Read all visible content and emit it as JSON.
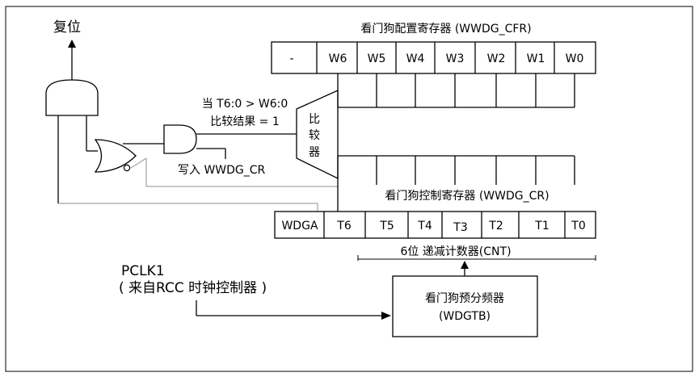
{
  "reset_label": "复位",
  "cfr_title": "看门狗配置寄存器 (WWDG_CFR)",
  "cfr_cells": [
    "-",
    "W6",
    "W5",
    "W4",
    "W3",
    "W2",
    "W1",
    "W0"
  ],
  "cr_title": "看门狗控制寄存器 (WWDG_CR)",
  "cr_cells": [
    "WDGA",
    "T6",
    "T5",
    "T4",
    "T3",
    "T2",
    "T1",
    "T0"
  ],
  "comparator_chars": [
    "比",
    "较",
    "器"
  ],
  "condition_line1": "当 T6:0 > W6:0",
  "condition_line2": "比较结果 = 1",
  "write_cr_label": "写入 WWDG_CR",
  "counter_label": "6位 递减计数器(CNT)",
  "pclk_label": "PCLK1",
  "pclk_source": "( 来自RCC 时钟控制器 )",
  "prescaler_line1": "看门狗预分频器",
  "prescaler_line2": "(WDGTB)"
}
